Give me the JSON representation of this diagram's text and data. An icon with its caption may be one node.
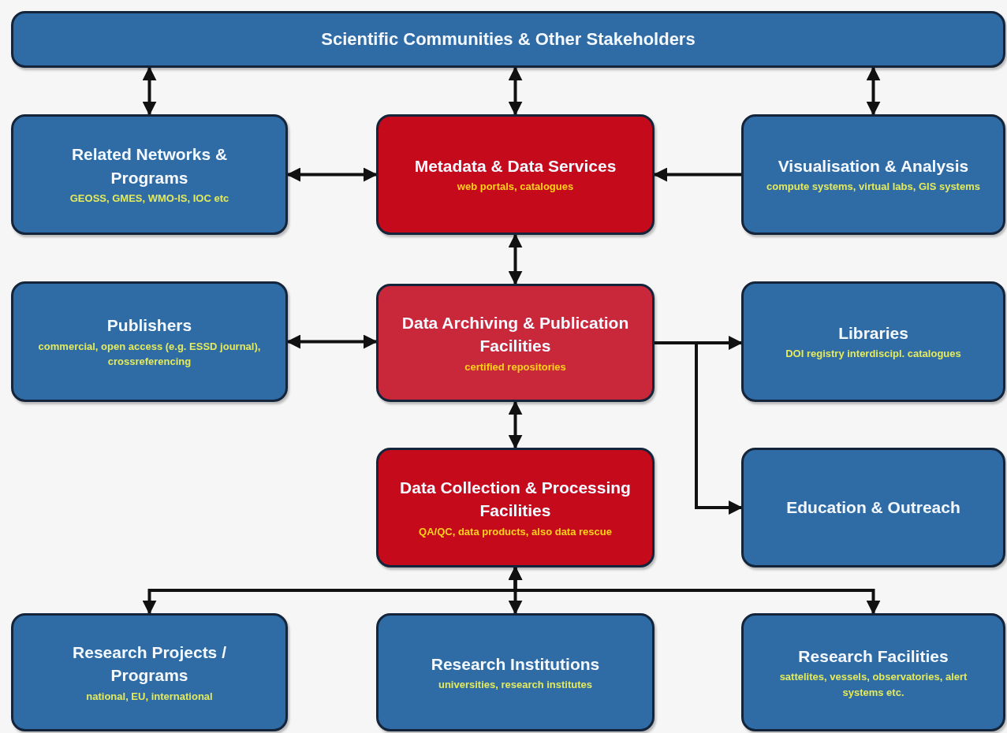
{
  "diagram": {
    "nodes": [
      {
        "text": [
          "Scientific Communities & Other Stakeholders"
        ]
      },
      {
        "text": [
          "Related Networks & Programs",
          "GEOSS, GMES, WMO-IS, IOC etc"
        ]
      },
      {
        "text": [
          "Metadata & Data Services",
          "web portals, catalogues"
        ]
      },
      {
        "text": [
          "Visualisation & Analysis",
          "compute systems, virtual labs, GIS systems"
        ]
      },
      {
        "text": [
          "Publishers",
          "commercial, open access (e.g. ESSD journal), crossreferencing"
        ]
      },
      {
        "text": [
          "Data Archiving & Publication Facilities",
          "certified repositories"
        ]
      },
      {
        "text": [
          "Libraries",
          "DOI registry interdiscipl. catalogues"
        ]
      },
      {
        "text": [
          "Data Collection & Processing Facilities",
          "QA/QC, data products, also data rescue"
        ]
      },
      {
        "text": [
          "Education & Outreach"
        ]
      },
      {
        "text": [
          "Research Projects / Programs",
          "national, EU, international"
        ]
      },
      {
        "text": [
          "Research Institutions",
          "universities, research institutes"
        ]
      },
      {
        "text": [
          "Research Facilities",
          "sattelites, vessels, observatories, alert systems etc."
        ]
      }
    ],
    "edges": [
      {
        "from": 0,
        "to": 1,
        "arrow": "both"
      },
      {
        "from": 0,
        "to": 2,
        "arrow": "both"
      },
      {
        "from": 0,
        "to": 3,
        "arrow": "both"
      },
      {
        "from": 1,
        "to": 2,
        "arrow": "both"
      },
      {
        "from": 3,
        "to": 2,
        "arrow": "to"
      },
      {
        "from": 2,
        "to": 5,
        "arrow": "both"
      },
      {
        "from": 4,
        "to": 5,
        "arrow": "both"
      },
      {
        "from": 5,
        "to": 6,
        "arrow": "to"
      },
      {
        "from": 5,
        "to": 8,
        "arrow": "to"
      },
      {
        "from": 5,
        "to": 7,
        "arrow": "both"
      },
      {
        "from": 7,
        "to": 9,
        "arrow": "both"
      },
      {
        "from": 7,
        "to": 10,
        "arrow": "both"
      },
      {
        "from": 7,
        "to": 11,
        "arrow": "both"
      }
    ]
  }
}
